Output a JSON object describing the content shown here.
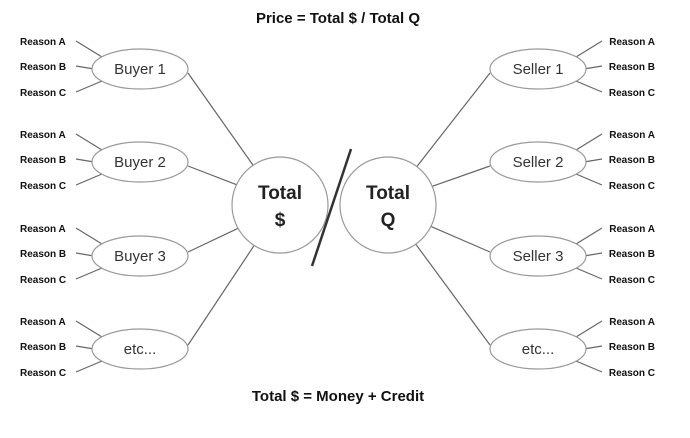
{
  "title": "Price = Total $ / Total Q",
  "footer": "Total $ = Money + Credit",
  "total_money": {
    "line1": "Total",
    "line2": "$"
  },
  "total_quantity": {
    "line1": "Total",
    "line2": "Q"
  },
  "buyers": [
    {
      "label": "Buyer 1",
      "reasons": [
        "Reason A",
        "Reason B",
        "Reason C"
      ]
    },
    {
      "label": "Buyer 2",
      "reasons": [
        "Reason A",
        "Reason B",
        "Reason C"
      ]
    },
    {
      "label": "Buyer 3",
      "reasons": [
        "Reason A",
        "Reason B",
        "Reason C"
      ]
    },
    {
      "label": "etc...",
      "reasons": [
        "Reason A",
        "Reason B",
        "Reason C"
      ]
    }
  ],
  "sellers": [
    {
      "label": "Seller 1",
      "reasons": [
        "Reason A",
        "Reason B",
        "Reason C"
      ]
    },
    {
      "label": "Seller 2",
      "reasons": [
        "Reason A",
        "Reason B",
        "Reason C"
      ]
    },
    {
      "label": "Seller 3",
      "reasons": [
        "Reason A",
        "Reason B",
        "Reason C"
      ]
    },
    {
      "label": "etc...",
      "reasons": [
        "Reason A",
        "Reason B",
        "Reason C"
      ]
    }
  ]
}
